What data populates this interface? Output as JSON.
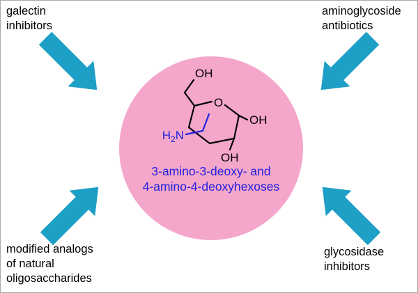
{
  "colors": {
    "arrow": "#1D9FC6",
    "circle": "#F4A6CB",
    "blue": "#2222DD",
    "black": "#000000",
    "border": "#A9A9A9"
  },
  "labels": {
    "top_left": "galectin\ninhibitors",
    "top_right": "aminoglycoside\nantibiotics",
    "bottom_left": "modified analogs\nof natural\noligosaccharides",
    "bottom_right": "glycosidase\ninhibitors"
  },
  "molecule": {
    "oh_top": "OH",
    "ring_oxygen": "O",
    "oh_right": "OH",
    "oh_bottom": "OH",
    "amine_h": "H",
    "amine_sub": "2",
    "amine_n": "N",
    "caption_line1": "3-amino-3-deoxy- and",
    "caption_line2": "4-amino-4-deoxyhexoses"
  }
}
